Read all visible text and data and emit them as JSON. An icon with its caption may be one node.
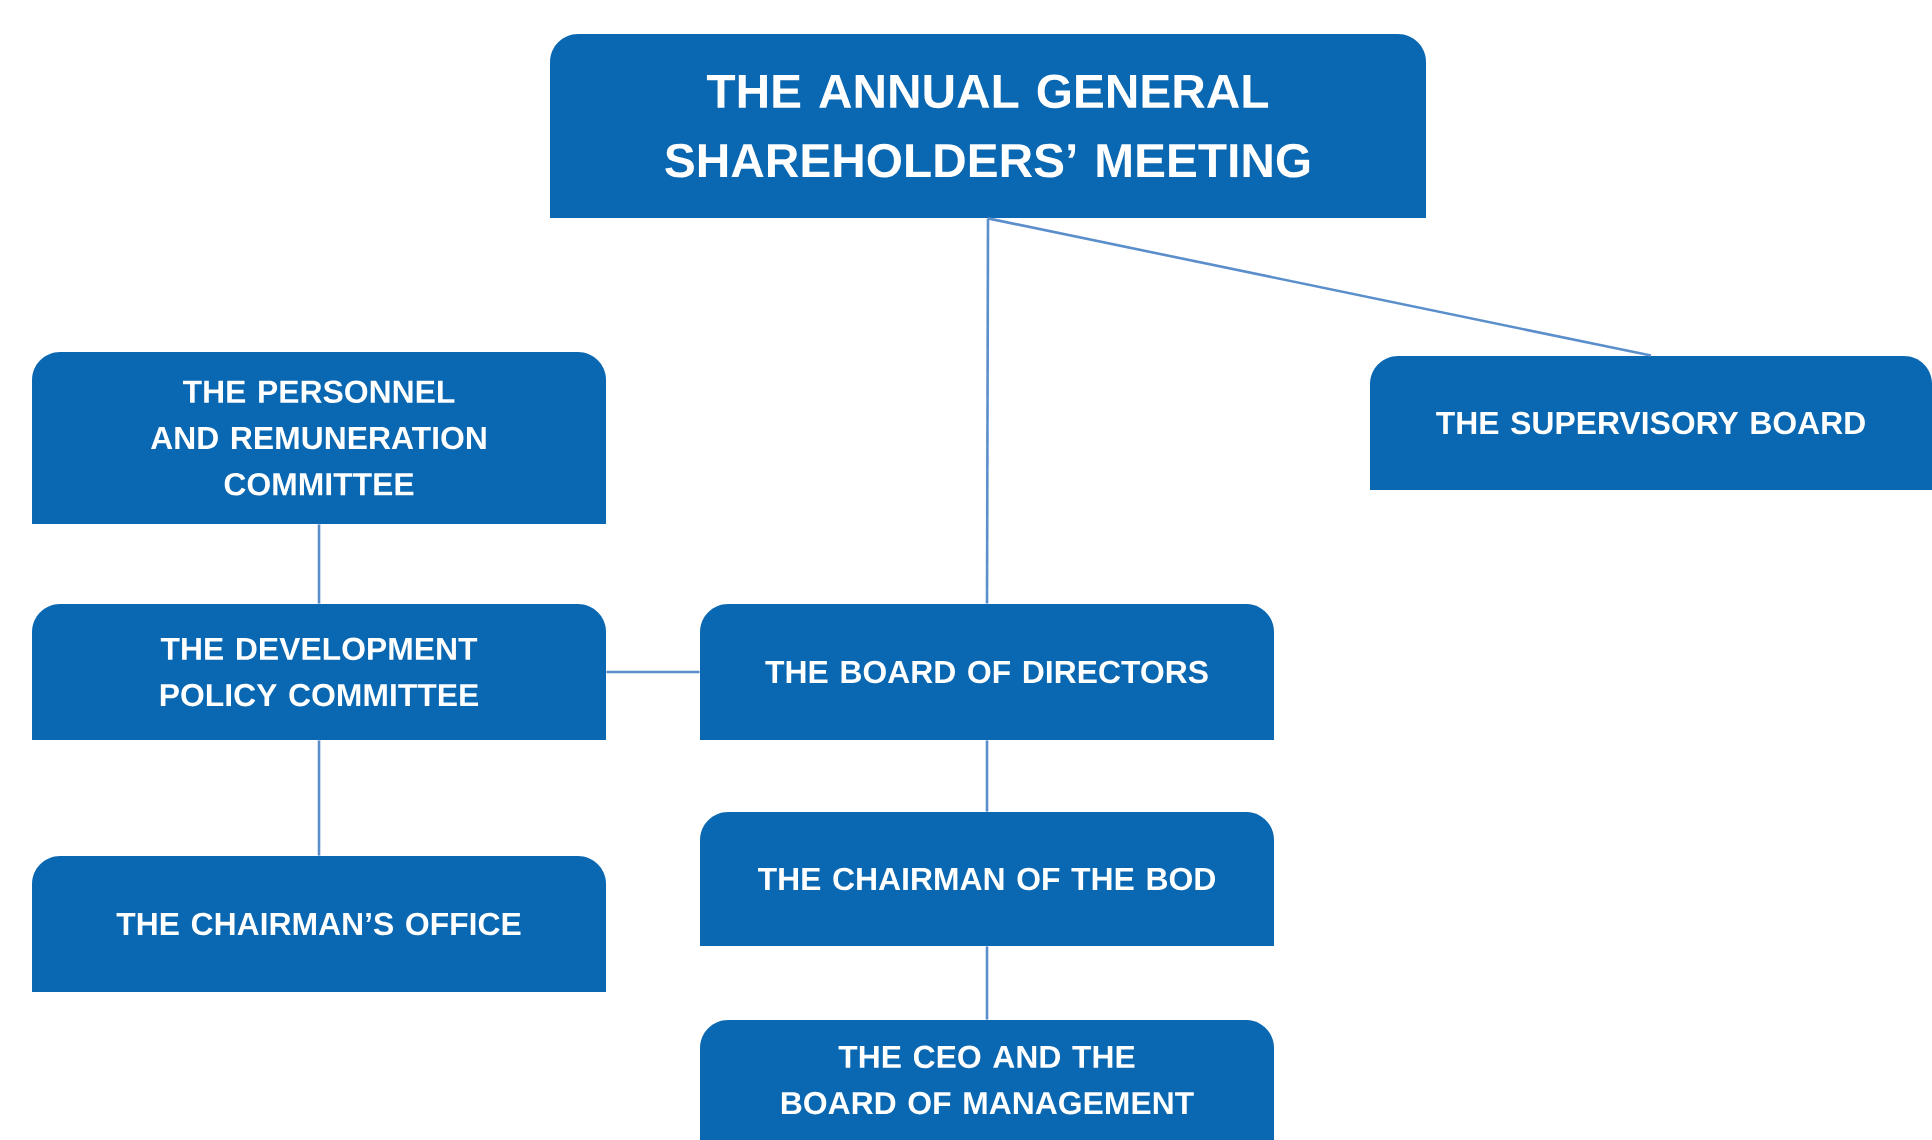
{
  "diagram": {
    "nodes": [
      {
        "text": [
          "THE ANNUAL GENERAL SHAREHOLDERS’ MEETING"
        ]
      },
      {
        "text": [
          "THE PERSONNEL AND REMUNERATION COMMITTEE"
        ]
      },
      {
        "text": [
          "THE DEVELOPMENT POLICY COMMITTEE"
        ]
      },
      {
        "text": [
          "THE CHAIRMAN’S OFFICE"
        ]
      },
      {
        "text": [
          "THE SUPERVISORY BOARD"
        ]
      },
      {
        "text": [
          "THE BOARD OF DIRECTORS"
        ]
      },
      {
        "text": [
          "THE CHAIRMAN OF THE BOD"
        ]
      },
      {
        "text": [
          "THE CEO AND THE BOARD OF MANAGEMENT"
        ]
      }
    ],
    "edges": [
      {
        "from": 0,
        "to": 5,
        "arrow": "none"
      },
      {
        "from": 0,
        "to": 4,
        "arrow": "none"
      },
      {
        "from": 1,
        "to": 2,
        "arrow": "none"
      },
      {
        "from": 2,
        "to": 3,
        "arrow": "none"
      },
      {
        "from": 2,
        "to": 5,
        "arrow": "none"
      },
      {
        "from": 5,
        "to": 6,
        "arrow": "none"
      },
      {
        "from": 6,
        "to": 7,
        "arrow": "none"
      }
    ]
  }
}
